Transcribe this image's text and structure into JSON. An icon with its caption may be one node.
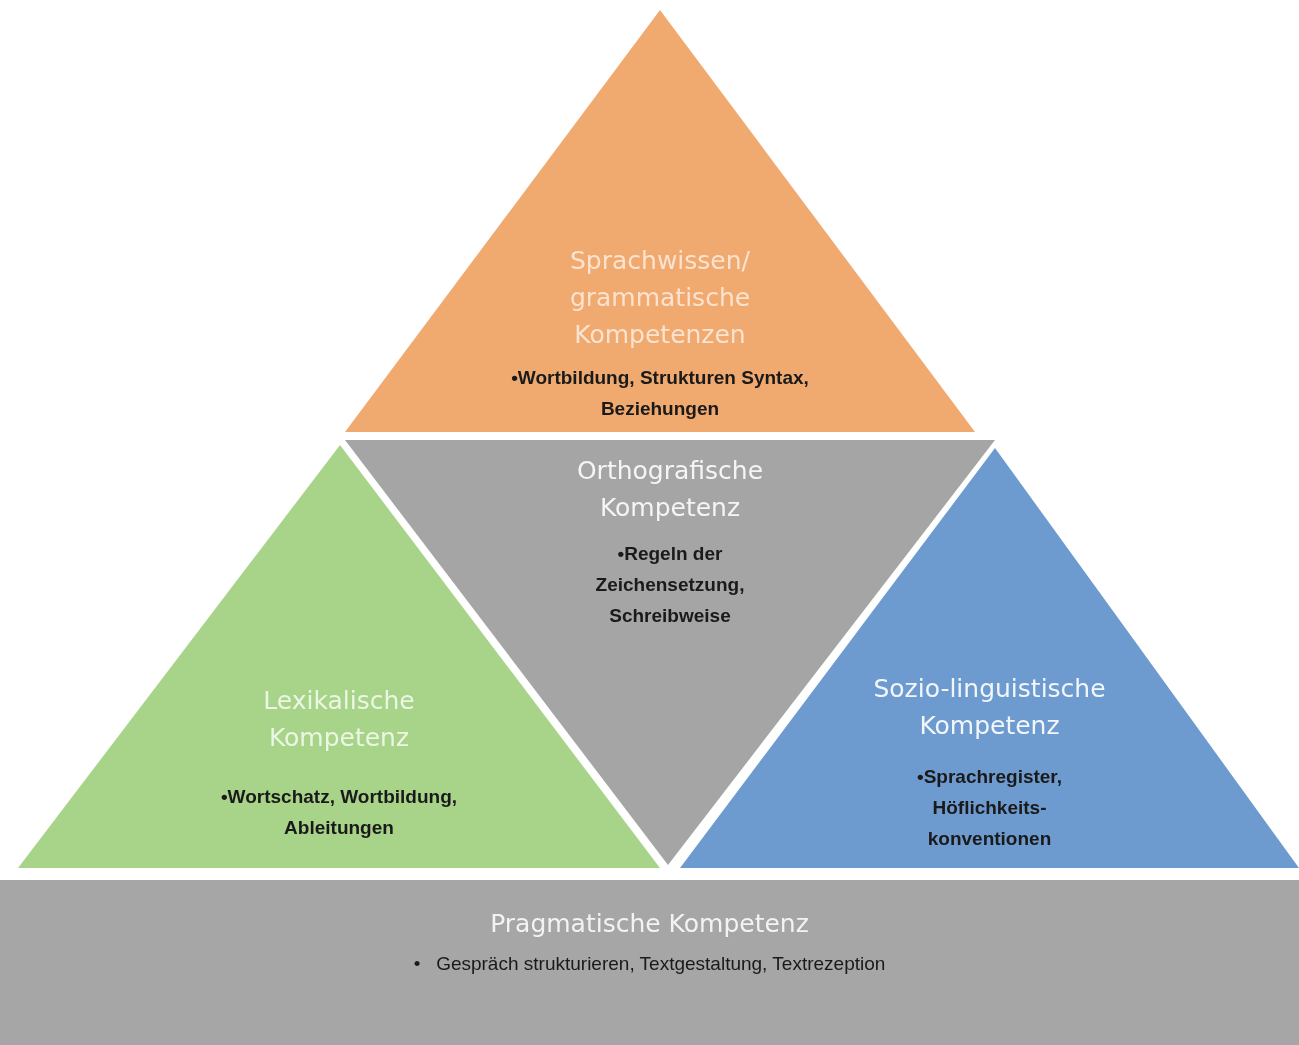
{
  "diagram": {
    "nodes": [
      {
        "text": [
          "Sprachwissen/ grammatische Kompetenzen",
          "•Wortbildung,  Strukturen Syntax, Beziehungen"
        ]
      },
      {
        "text": [
          "Orthografische Kompetenz",
          "•Regeln der Zeichensetzung, Schreibweise"
        ]
      },
      {
        "text": [
          "Lexikalische Kompetenz",
          "•Wortschatz, Wortbildung, Ableitungen"
        ]
      },
      {
        "text": [
          "Sozio-linguistische Kompetenz",
          "•Sprachregister, Höflichkeits- konventionen"
        ]
      },
      {
        "text": [
          "Pragmatische Kompetenz",
          "•   Gespräch strukturieren, Textgestaltung, Textrezeption"
        ]
      }
    ]
  }
}
